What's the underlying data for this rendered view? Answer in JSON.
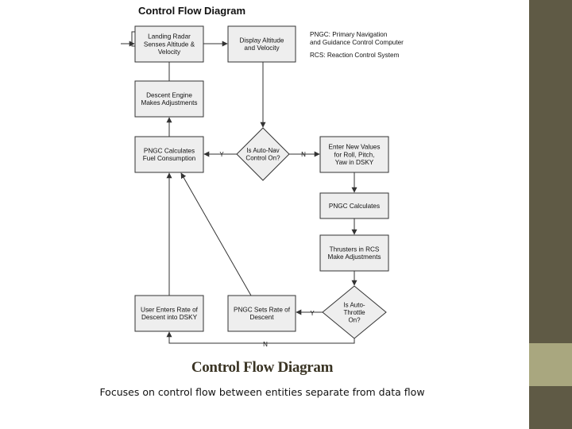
{
  "diagram": {
    "title": "Control Flow Diagram",
    "legend": [
      "PNGC: Primary Navigation",
      "and Guidance Control Computer",
      "RCS: Reaction Control System"
    ],
    "boxes": {
      "radar": [
        "Landing Radar",
        "Senses Altitude &",
        "Velocity"
      ],
      "display": [
        "Display Altitude",
        "and Velocity"
      ],
      "descent_engine": [
        "Descent Engine",
        "Makes Adjustments"
      ],
      "fuel": [
        "PNGC Calculates",
        "Fuel Consumption"
      ],
      "enter_values": [
        "Enter New Values",
        "for Roll, Pitch,",
        "Yaw in DSKY"
      ],
      "pngc_calc": [
        "PNGC Calculates"
      ],
      "thrusters": [
        "Thrusters in RCS",
        "Make Adjustments"
      ],
      "user_rate": [
        "User Enters Rate of",
        "Descent into DSKY"
      ],
      "sets_rate": [
        "PNGC Sets Rate of",
        "Descent"
      ]
    },
    "decisions": {
      "autonav": [
        "Is Auto-Nav",
        "Control On?"
      ],
      "autothrottle": [
        "Is Auto-",
        "Throttle",
        "On?"
      ]
    },
    "edge_labels": {
      "autonav_yes": "Y",
      "autonav_no": "N",
      "autothrottle_yes": "Y",
      "autothrottle_no": "N"
    }
  },
  "caption": {
    "title": "Control Flow Diagram",
    "subtitle": "Focuses on control flow between entities separate from data flow"
  },
  "theme": {
    "sidebar_dark": "#5f5a45",
    "sidebar_light": "#a9a77f",
    "sidebar_bottom": "#5f5a45",
    "panel_bg": "#ffffff",
    "box_fill": "#eeeeee",
    "stroke": "#333333",
    "caption_color": "#3a3424"
  }
}
